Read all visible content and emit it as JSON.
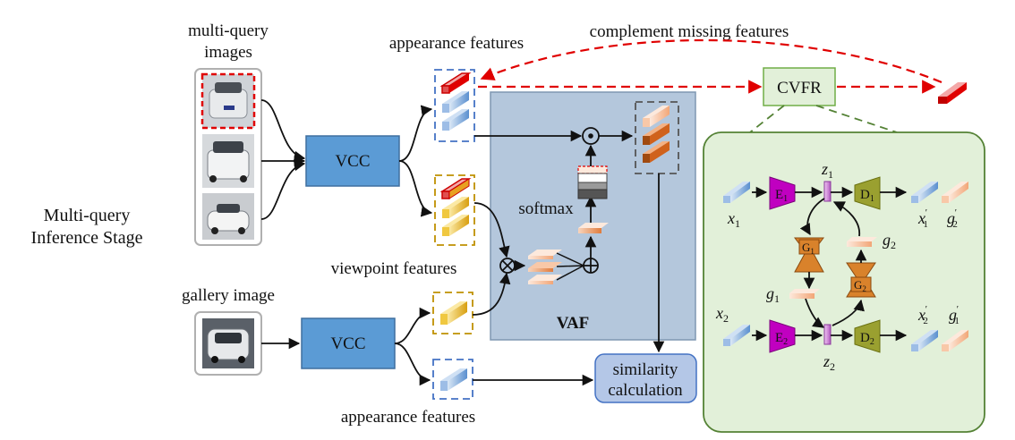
{
  "labels": {
    "multi_query_line1": "multi-query",
    "multi_query_line2": "images",
    "stage_line1": "Multi-query",
    "stage_line2": "Inference Stage",
    "gallery_image": "gallery image",
    "appearance_top": "appearance features",
    "appearance_bottom": "appearance features",
    "viewpoint_features": "viewpoint features",
    "softmax": "softmax",
    "complement": "complement missing features",
    "vaf": "VAF",
    "similarity_line1": "similarity",
    "similarity_line2": "calculation"
  },
  "modules": {
    "vcc_top": "VCC",
    "vcc_bottom": "VCC",
    "cvfr": "CVFR",
    "e1": "E",
    "e1_sub": "1",
    "e2": "E",
    "e2_sub": "2",
    "d1": "D",
    "d1_sub": "1",
    "d2": "D",
    "d2_sub": "2",
    "g1": "G",
    "g1_sub": "1",
    "g2": "G",
    "g2_sub": "2"
  },
  "math": {
    "x1": "x",
    "x1_sub": "1",
    "x2": "x",
    "x2_sub": "2",
    "z1": "z",
    "z1_sub": "1",
    "z2": "z",
    "z2_sub": "2",
    "x1p": "x",
    "x1p_sub": "1",
    "g2p": "g",
    "g2p_sub": "2",
    "x2p": "x",
    "x2p_sub": "2",
    "g1p": "g",
    "g1p_sub": "1",
    "g1": "g",
    "g1_sub": "1",
    "g2": "g",
    "g2_sub": "2",
    "prime": "'"
  },
  "colors": {
    "vcc_fill": "#5b9bd5",
    "vaf_fill": "#b4c7dc",
    "cvfr_fill": "#e2f0d9",
    "green_border": "#548235",
    "encoder": "#c000c0",
    "decoder": "#9aa030",
    "generator": "#d9822b",
    "appearance": "#7aa6d8",
    "viewpoint": "#e8b830",
    "attention": "#f4b183",
    "red": "#e00000"
  }
}
